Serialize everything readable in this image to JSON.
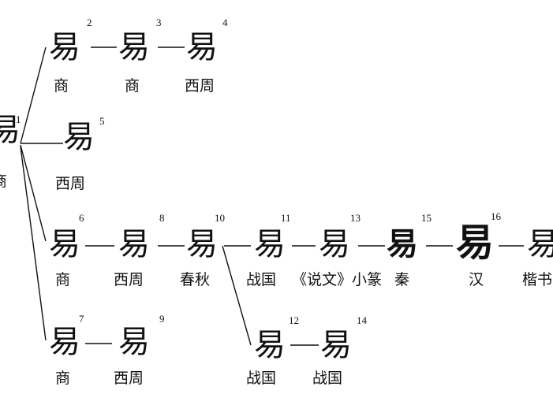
{
  "nodes": [
    {
      "id": 1,
      "number": "1",
      "glyph": "易",
      "period": "商"
    },
    {
      "id": 2,
      "number": "2",
      "glyph": "易",
      "period": "商"
    },
    {
      "id": 3,
      "number": "3",
      "glyph": "易",
      "period": "商"
    },
    {
      "id": 4,
      "number": "4",
      "glyph": "易",
      "period": "西周"
    },
    {
      "id": 5,
      "number": "5",
      "glyph": "易",
      "period": "西周"
    },
    {
      "id": 6,
      "number": "6",
      "glyph": "易",
      "period": "商"
    },
    {
      "id": 7,
      "number": "7",
      "glyph": "易",
      "period": "商"
    },
    {
      "id": 8,
      "number": "8",
      "glyph": "易",
      "period": "西周"
    },
    {
      "id": 9,
      "number": "9",
      "glyph": "易",
      "period": "西周"
    },
    {
      "id": 10,
      "number": "10",
      "glyph": "易",
      "period": "春秋"
    },
    {
      "id": 11,
      "number": "11",
      "glyph": "易",
      "period": "战国"
    },
    {
      "id": 12,
      "number": "12",
      "glyph": "易",
      "period": "战国"
    },
    {
      "id": 13,
      "number": "13",
      "glyph": "易",
      "period": "《说文》小篆"
    },
    {
      "id": 14,
      "number": "14",
      "glyph": "易",
      "period": "战国"
    },
    {
      "id": 15,
      "number": "15",
      "glyph": "易",
      "period": "秦"
    },
    {
      "id": 16,
      "number": "16",
      "glyph": "易",
      "period": "汉"
    },
    {
      "id": 17,
      "number": "",
      "glyph": "易",
      "period": "楷书"
    }
  ],
  "colors": {
    "ink": "#111111",
    "background": "#ffffff"
  }
}
